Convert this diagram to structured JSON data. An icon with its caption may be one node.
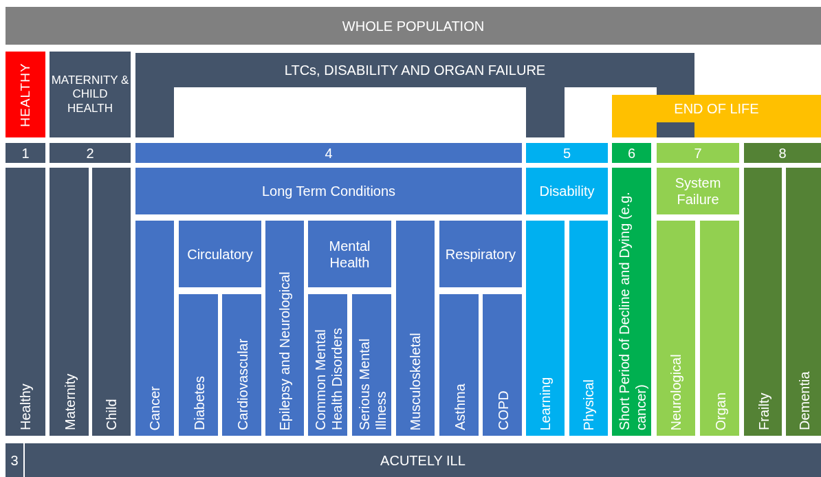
{
  "diagram": {
    "nodes": [
      {
        "text": [
          "WHOLE POPULATION"
        ]
      },
      {
        "text": [
          "HEALTHY"
        ]
      },
      {
        "text": [
          "MATERNITY & CHILD HEALTH"
        ]
      },
      {
        "text": [
          "LTCs, DISABILITY AND ORGAN FAILURE"
        ]
      },
      {
        "text": [
          "END OF LIFE"
        ]
      },
      {
        "text": [
          "1"
        ]
      },
      {
        "text": [
          "2"
        ]
      },
      {
        "text": [
          "4"
        ]
      },
      {
        "text": [
          "5"
        ]
      },
      {
        "text": [
          "6"
        ]
      },
      {
        "text": [
          "7"
        ]
      },
      {
        "text": [
          "8"
        ]
      },
      {
        "text": [
          "Healthy"
        ]
      },
      {
        "text": [
          "Maternity"
        ]
      },
      {
        "text": [
          "Child"
        ]
      },
      {
        "text": [
          "Long Term Conditions"
        ]
      },
      {
        "text": [
          "Cancer"
        ]
      },
      {
        "text": [
          "Circulatory"
        ]
      },
      {
        "text": [
          "Diabetes"
        ]
      },
      {
        "text": [
          "Cardiovascular"
        ]
      },
      {
        "text": [
          "Epilepsy and Neurological"
        ]
      },
      {
        "text": [
          "Mental Health"
        ]
      },
      {
        "text": [
          "Common Mental Health Disorders"
        ]
      },
      {
        "text": [
          "Serious Mental Illness"
        ]
      },
      {
        "text": [
          "Musculoskeletal"
        ]
      },
      {
        "text": [
          "Respiratory"
        ]
      },
      {
        "text": [
          "Asthma"
        ]
      },
      {
        "text": [
          "COPD"
        ]
      },
      {
        "text": [
          "Disability"
        ]
      },
      {
        "text": [
          "Learning"
        ]
      },
      {
        "text": [
          "Physical"
        ]
      },
      {
        "text": [
          "Short Period of Decline and Dying (e.g. cancer)"
        ]
      },
      {
        "text": [
          "System Failure"
        ]
      },
      {
        "text": [
          "Neurological"
        ]
      },
      {
        "text": [
          "Organ"
        ]
      },
      {
        "text": [
          "Frailty"
        ]
      },
      {
        "text": [
          "Dementia"
        ]
      },
      {
        "text": [
          "3"
        ]
      },
      {
        "text": [
          "ACUTELY ILL"
        ]
      }
    ]
  }
}
